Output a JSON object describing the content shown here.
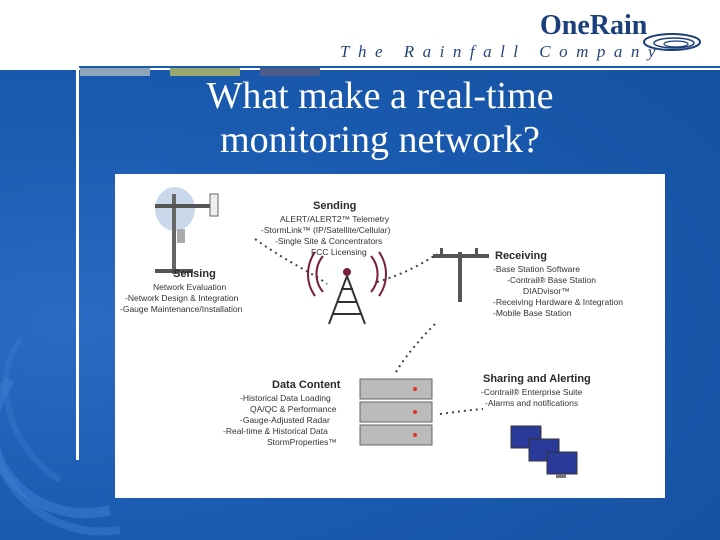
{
  "header": {
    "tagline": "The Rainfall Company",
    "logo_text": "OneRain"
  },
  "slide": {
    "title_line1": "What make a real-time",
    "title_line2": "monitoring network?"
  },
  "diagram": {
    "sending": {
      "title": "Sending",
      "items": [
        "ALERT/ALERT2™ Telemetry",
        "-StormLink™ (IP/Satellite/Cellular)",
        "-Single Site & Concentrators",
        "FCC Licensing"
      ]
    },
    "sensing": {
      "title": "Sensing",
      "items": [
        "Network Evaluation",
        "-Network Design & Integration",
        "-Gauge Maintenance/Installation"
      ]
    },
    "receiving": {
      "title": "Receiving",
      "items": [
        "-Base Station Software",
        "-Contrail® Base Station",
        "DIADvisor™",
        "-Receiving Hardware & Integration",
        "-Mobile Base Station"
      ]
    },
    "data_content": {
      "title": "Data Content",
      "items": [
        "-Historical Data Loading",
        "QA/QC & Performance",
        "-Gauge-Adjusted Radar",
        "-Real-time & Historical Data",
        "StormProperties™"
      ]
    },
    "sharing": {
      "title": "Sharing and Alerting",
      "items": [
        "-Contrail® Enterprise Suite",
        "-Alarms and notifications"
      ]
    }
  },
  "colors": {
    "background": "#1a5bb0",
    "panel": "#ffffff",
    "logo": "#1b3f7a",
    "tower": "#7a1f3a"
  }
}
